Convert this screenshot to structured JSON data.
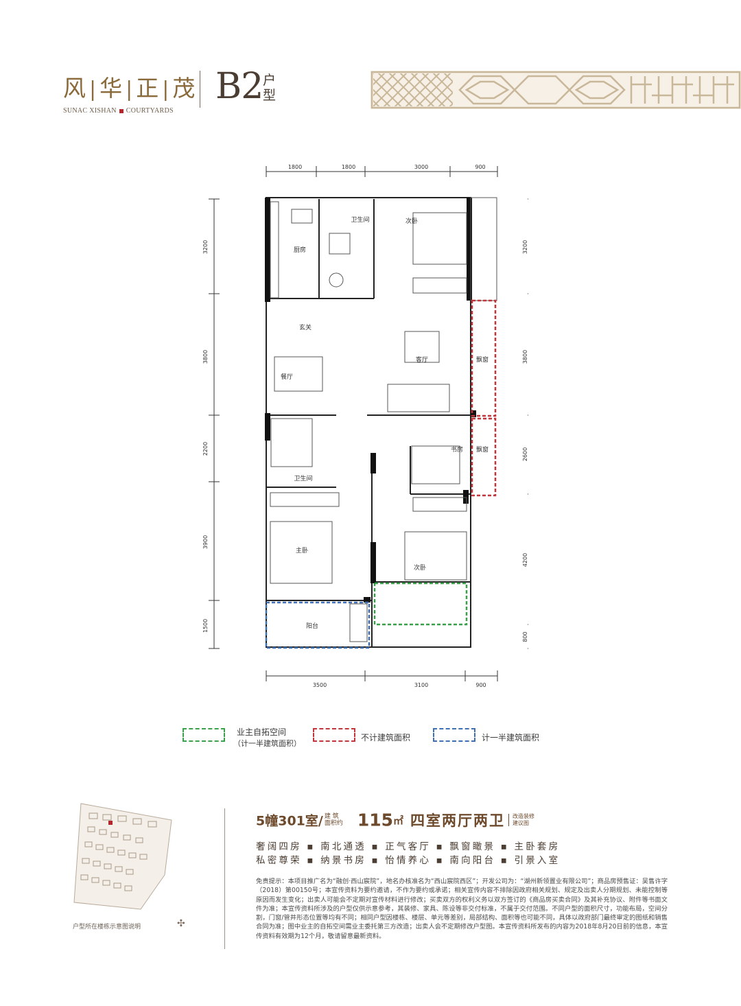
{
  "header": {
    "brand_cn": [
      "风",
      "华",
      "正",
      "茂"
    ],
    "brand_en_left": "SUNAC XISHAN",
    "brand_en_right": "COURTYARDS",
    "unit_code": "B2",
    "unit_type_chars": "户型"
  },
  "plan": {
    "dims_top": [
      "1800",
      "1800",
      "3000",
      "900"
    ],
    "dims_bottom": [
      "3500",
      "3100",
      "900"
    ],
    "dims_left": [
      "3200",
      "3800",
      "2200",
      "3900",
      "1500"
    ],
    "dims_right": [
      "3200",
      "3800",
      "2600",
      "4200",
      "800"
    ],
    "rooms": {
      "kitchen": "厨房",
      "bath_top": "卫生间",
      "bedroom2_top": "次卧",
      "foyer": "玄关",
      "living": "客厅",
      "dining": "餐厅",
      "bay_window_1": "飘窗",
      "bay_window_2": "飘窗",
      "study": "书房",
      "bath_mid": "卫生间",
      "master": "主卧",
      "bedroom2_bottom": "次卧",
      "balcony": "阳台"
    }
  },
  "legend": [
    {
      "label": "业主自拓空间",
      "sublabel": "（计一半建筑面积）",
      "color": "#3aa04a"
    },
    {
      "label": "不计建筑面积",
      "color": "#c0343a"
    },
    {
      "label": "计一半建筑面积",
      "color": "#3f6fb3"
    }
  ],
  "unit_info": {
    "room": "5幢301室/",
    "area_label_top": "建  筑",
    "area_label_bottom": "面积约",
    "area": "115",
    "area_unit": "㎡",
    "layout": "四室两厅两卫",
    "note_top": "改造装修",
    "note_bottom": "建议图"
  },
  "features": {
    "line1": "奢阔四房 ▪ 南北通透 ▪ 正气客厅 ▪ 飘窗瞰景 ▪ 主卧套房",
    "line2": "私密尊荣 ▪ 纳景书房 ▪ 怡情养心 ▪ 南向阳台 ▪ 引景入室"
  },
  "disclaimer": "免责提示：本项目推广名为“融创·西山宸院”，地名办核准名为“西山宸院西区”；开发公司为：“湖州新领置业有限公司”；商品房预售证：吴售许字（2018）第00150号；本宣传资料为要约邀请，不作为要约或承诺；相关宣传内容不排除因政府相关规划、规定及出卖人分期规划、未能控制等原因而发生变化；出卖人可能会不定期对宣传材料进行修改；买卖双方的权利义务以双方签订的《商品房买卖合同》及其补充协议、附件等书面文件为准；本宣传资料所涉及的户型仅供示意参考，其装修、家具、陈设等非交付标准，不属于交付范围。不同户型的面积尺寸，功能布局，空间分割，门窗/管井形态位置等均有不同；相同户型因楼栋、楼层、单元等差别，局部结构、面积等也可能不同，具体以政府部门最终审定的图纸和销售合同为准；图中业主的自拓空间需业主委托第三方改造；出卖人会不定期修改户型图。本宣传资料所发布的内容为2018年8月20日前的信息，本宣传资料有效期为12个月，敬请留意最新资料。",
  "site_caption": "户型所在楼栋示意图说明"
}
